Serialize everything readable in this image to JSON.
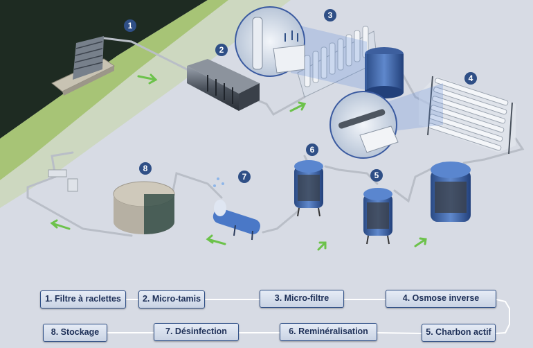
{
  "stages": [
    {
      "number": "1",
      "label": "1. Filtre à raclettes"
    },
    {
      "number": "2",
      "label": "2. Micro-tamis"
    },
    {
      "number": "3",
      "label": "3. Micro-filtre"
    },
    {
      "number": "4",
      "label": "4. Osmose inverse"
    },
    {
      "number": "5",
      "label": "5. Charbon actif"
    },
    {
      "number": "6",
      "label": "6. Reminéralisation"
    },
    {
      "number": "7",
      "label": "7. Désinfection"
    },
    {
      "number": "8",
      "label": "8. Stockage"
    }
  ],
  "colors": {
    "badge": "#2f4f86",
    "pipe": "#c4c9d1",
    "arrow": "#6cc24a",
    "tank": "#3f68ad",
    "legend_border": "#2f4f86"
  }
}
